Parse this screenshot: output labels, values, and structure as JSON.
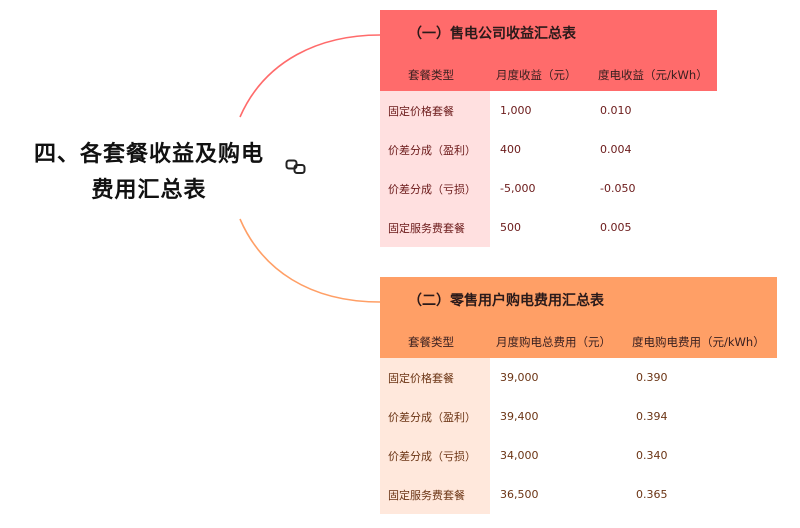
{
  "root": {
    "title_line1": "四、各套餐收益及购电",
    "title_line2": "费用汇总表",
    "link_icon": "link-icon"
  },
  "colors": {
    "table1_header": "#ff6b6b",
    "table1_label_bg": "#ffe0e0",
    "table1_connector": "#ff6b6b",
    "table2_header": "#ff9f66",
    "table2_label_bg": "#ffe8dc",
    "table2_connector": "#ff9f66"
  },
  "tables": [
    {
      "title": "（一）售电公司收益汇总表",
      "columns": [
        "套餐类型",
        "月度收益（元）",
        "度电收益（元/kWh）"
      ],
      "rows": [
        {
          "type": "固定价格套餐",
          "monthly": "1,000",
          "per_kwh": "0.010"
        },
        {
          "type": "价差分成（盈利）",
          "monthly": "400",
          "per_kwh": "0.004"
        },
        {
          "type": "价差分成（亏损）",
          "monthly": "-5,000",
          "per_kwh": "-0.050"
        },
        {
          "type": "固定服务费套餐",
          "monthly": "500",
          "per_kwh": "0.005"
        }
      ]
    },
    {
      "title": "（二）零售用户购电费用汇总表",
      "columns": [
        "套餐类型",
        "月度购电总费用（元）",
        "度电购电费用（元/kWh）"
      ],
      "rows": [
        {
          "type": "固定价格套餐",
          "monthly": "39,000",
          "per_kwh": "0.390"
        },
        {
          "type": "价差分成（盈利）",
          "monthly": "39,400",
          "per_kwh": "0.394"
        },
        {
          "type": "价差分成（亏损）",
          "monthly": "34,000",
          "per_kwh": "0.340"
        },
        {
          "type": "固定服务费套餐",
          "monthly": "36,500",
          "per_kwh": "0.365"
        }
      ]
    }
  ]
}
